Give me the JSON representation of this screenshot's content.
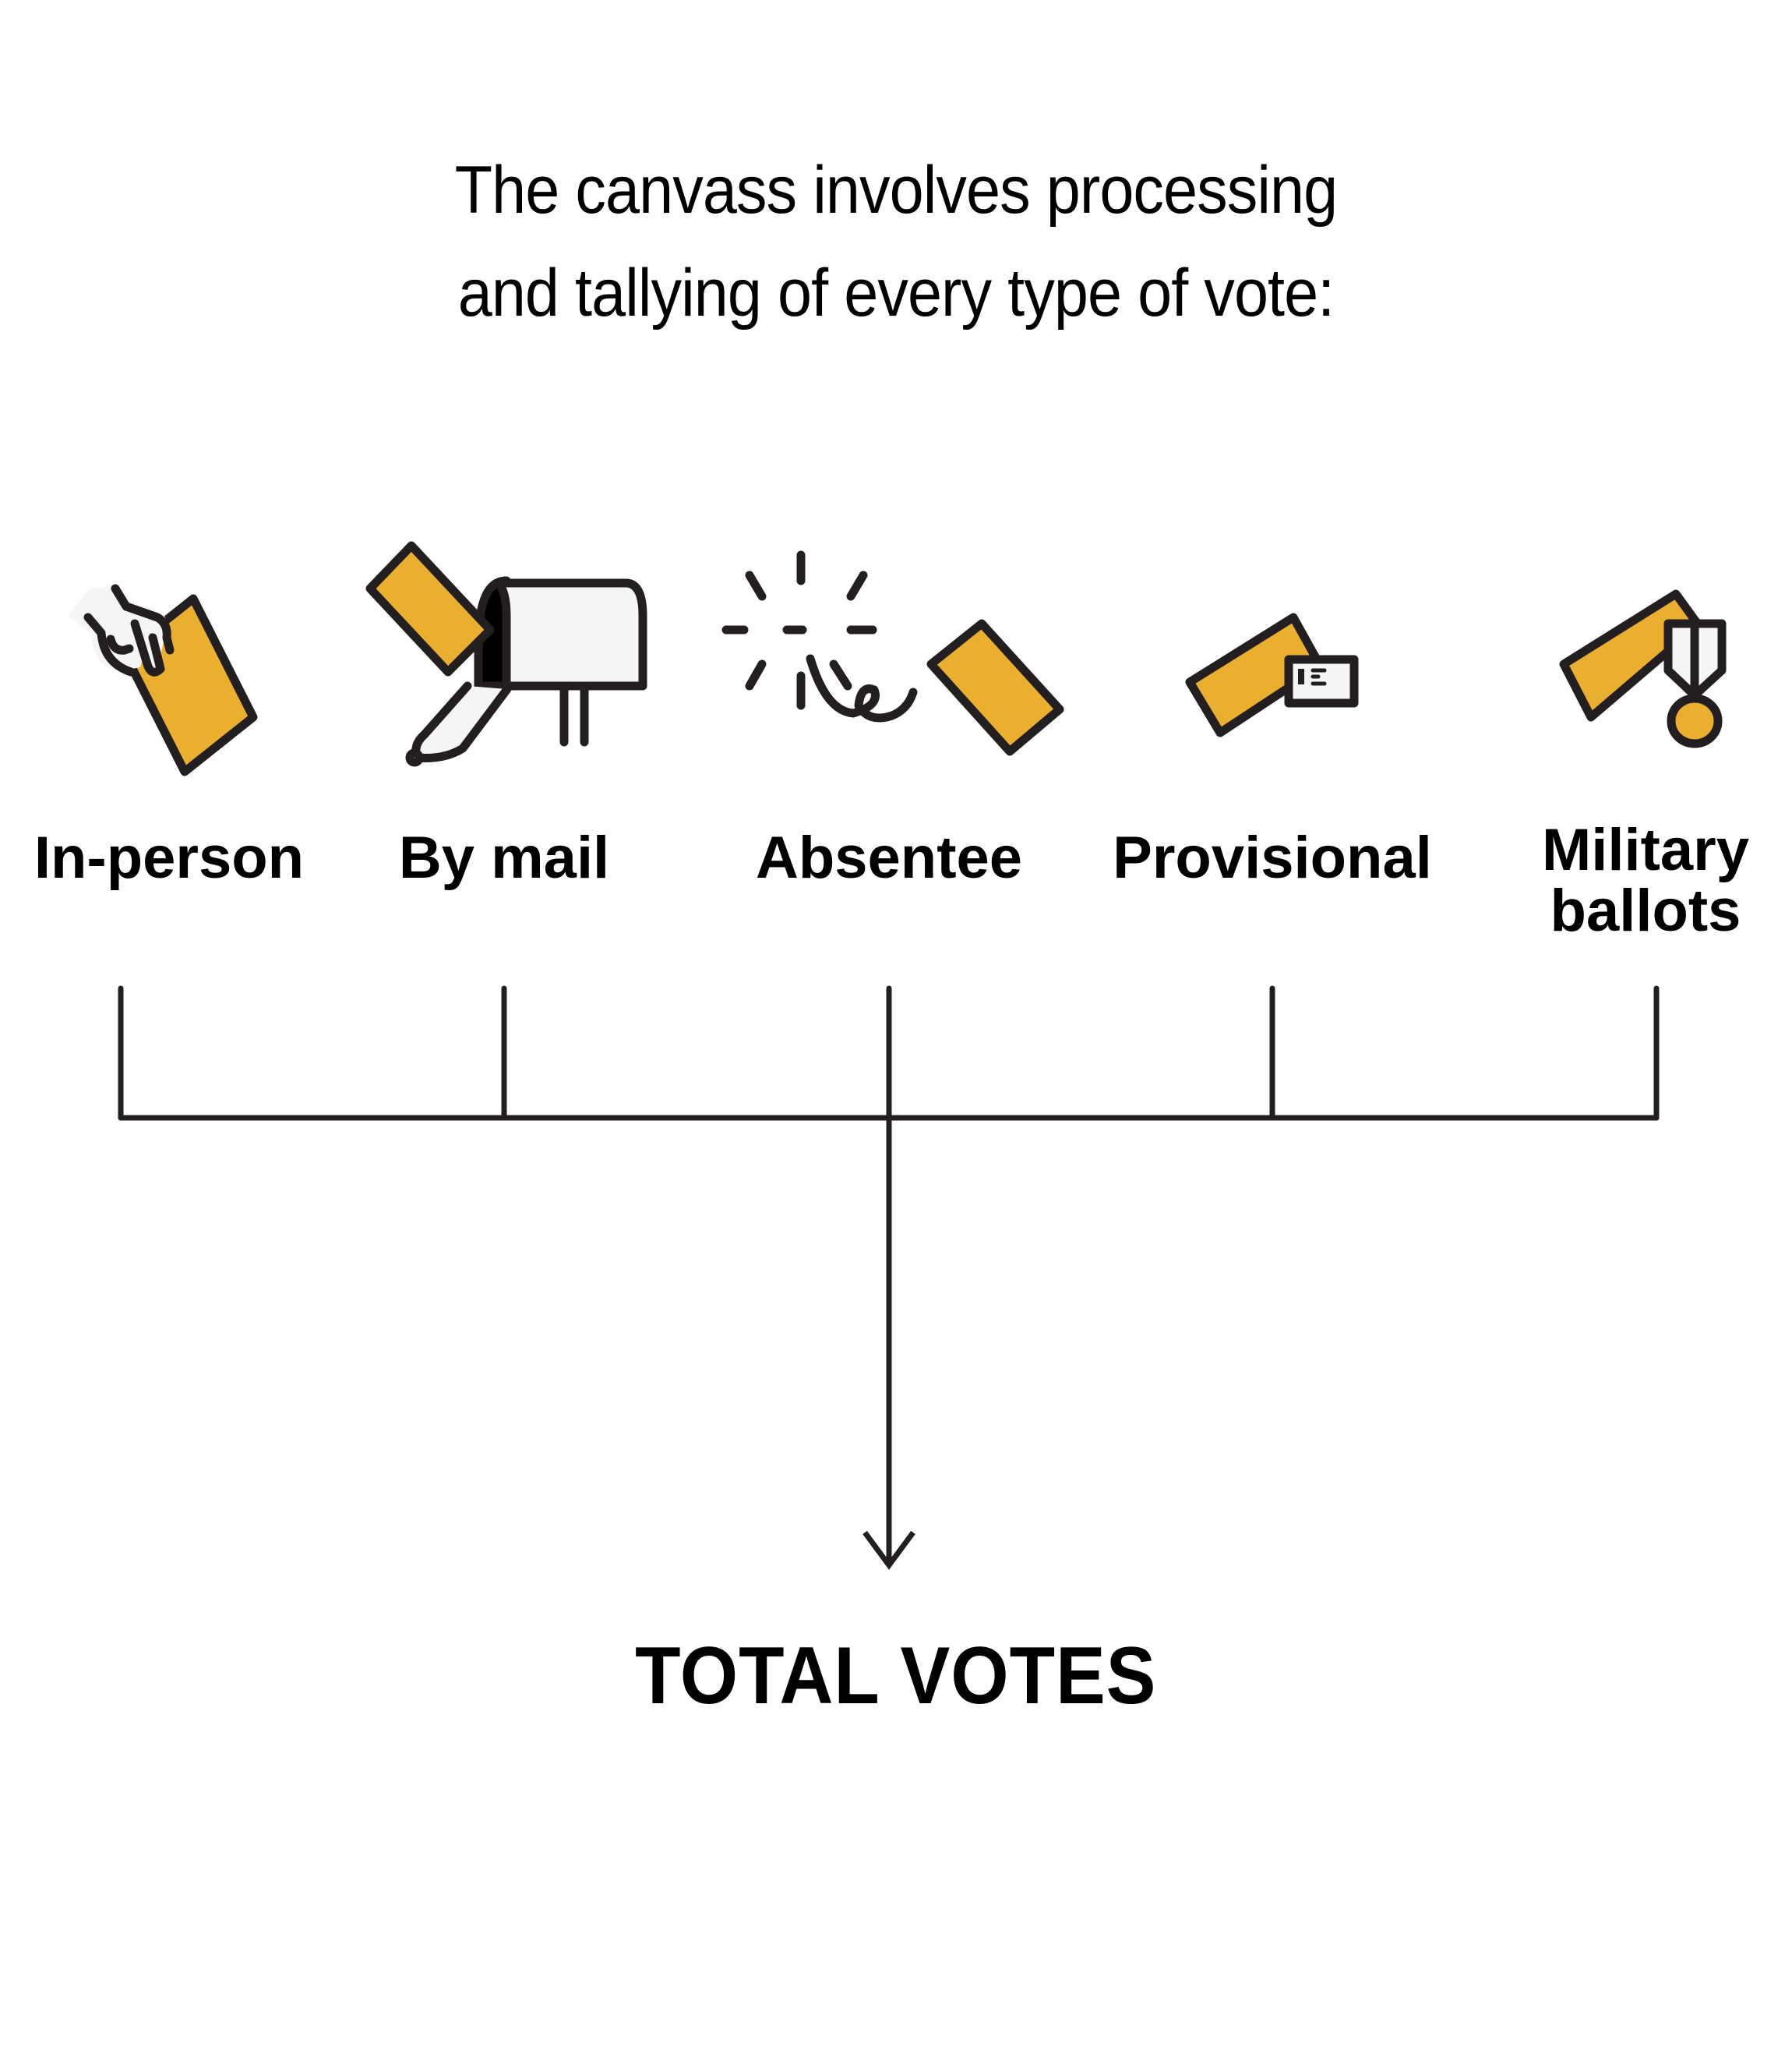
{
  "header": {
    "line1": "The canvass involves processing",
    "line2": "and tallying of every type of vote:"
  },
  "vote_types": [
    {
      "label": "In-person",
      "icon": "hand-ballot-icon"
    },
    {
      "label": "By mail",
      "icon": "mailbox-ballot-icon"
    },
    {
      "label": "Absentee",
      "icon": "sparkle-ballot-icon"
    },
    {
      "label": "Provisional",
      "icon": "id-card-ballot-icon"
    },
    {
      "label_line1": "Military",
      "label_line2": "ballots",
      "icon": "medal-ballot-icon"
    }
  ],
  "result": {
    "label": "TOTAL VOTES"
  },
  "colors": {
    "ballot": "#EBAF2F",
    "stroke": "#231F20",
    "light": "#F5F5F5"
  }
}
